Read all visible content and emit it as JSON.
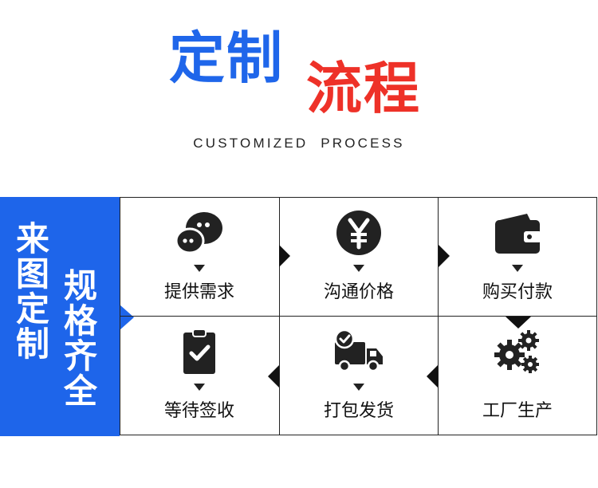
{
  "header": {
    "title_part1": "定制",
    "title_part2": "流程",
    "subtitle": "CUSTOMIZED  PROCESS"
  },
  "sidebar": {
    "col1": "来图定制",
    "col2": "规格齐全"
  },
  "steps": [
    {
      "label": "提供需求",
      "icon": "chat-bubbles-icon"
    },
    {
      "label": "沟通价格",
      "icon": "yen-coin-icon"
    },
    {
      "label": "购买付款",
      "icon": "wallet-icon"
    },
    {
      "label": "工厂生产",
      "icon": "gears-icon"
    },
    {
      "label": "打包发货",
      "icon": "delivery-truck-icon"
    },
    {
      "label": "等待签收",
      "icon": "clipboard-check-icon"
    }
  ],
  "colors": {
    "blue": "#1f66ea",
    "red": "#ee3128",
    "dark": "#222222"
  }
}
